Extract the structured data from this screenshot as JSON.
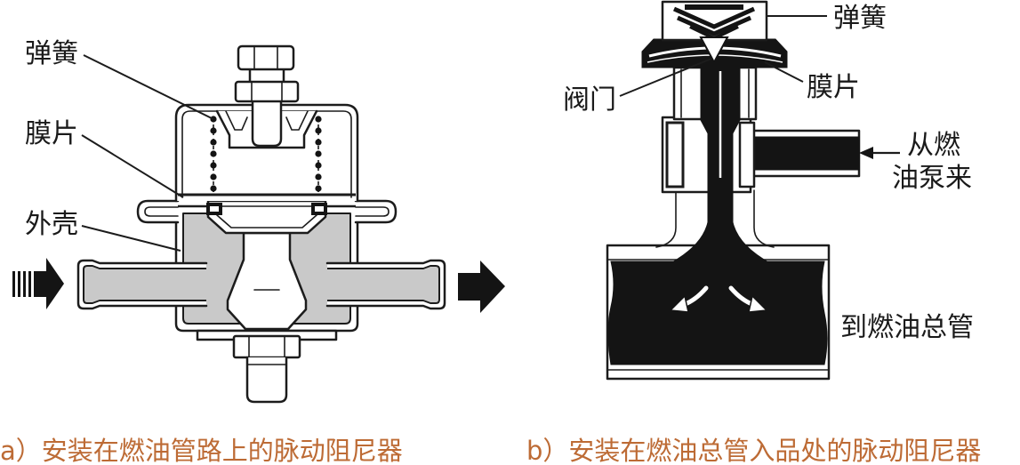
{
  "diagram_a": {
    "labels": {
      "spring": "弹簧",
      "diaphragm": "膜片",
      "shell": "外壳"
    },
    "caption": "a）安装在燃油管路上的脉动阻尼器"
  },
  "diagram_b": {
    "labels": {
      "spring": "弹簧",
      "diaphragm": "膜片",
      "valve": "阀门",
      "from_pump": [
        "从燃",
        "油泵来"
      ],
      "to_fuel_rail": "到燃油总管"
    },
    "caption": "b）安装在燃油总管入品处的脉动阻尼器"
  },
  "colors": {
    "caption": "#bd6b35",
    "fuel_fill": "#c9c9c9",
    "outline": "#1c1c1c"
  }
}
